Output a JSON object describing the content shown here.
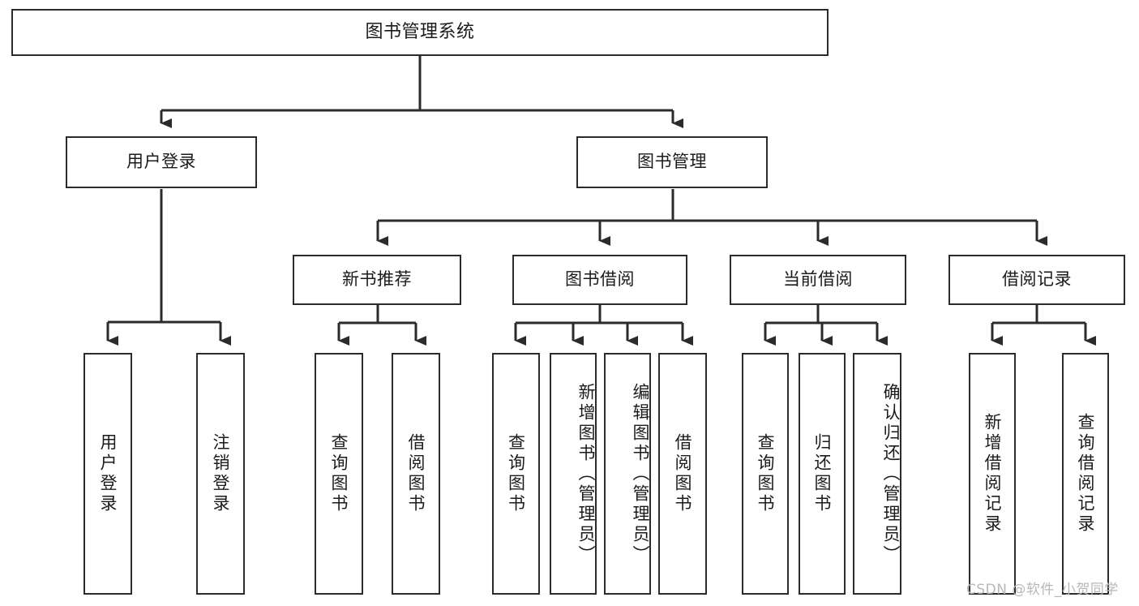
{
  "diagram": {
    "type": "tree-hierarchy-chart",
    "title": "图书管理系统",
    "stroke_color": "#2b2b2b",
    "background_color": "#ffffff",
    "text_color": "#1b1b1b",
    "levels": [
      {
        "level": 1,
        "nodes": [
          {
            "id": "root",
            "label": "图书管理系统",
            "orientation": "horizontal"
          }
        ]
      },
      {
        "level": 2,
        "nodes": [
          {
            "id": "user-login",
            "label": "用户登录",
            "orientation": "horizontal",
            "parent": "root"
          },
          {
            "id": "book-manage",
            "label": "图书管理",
            "orientation": "horizontal",
            "parent": "root"
          }
        ]
      },
      {
        "level": 3,
        "nodes": [
          {
            "id": "new-book-rec",
            "label": "新书推荐",
            "orientation": "horizontal",
            "parent": "book-manage"
          },
          {
            "id": "book-borrow",
            "label": "图书借阅",
            "orientation": "horizontal",
            "parent": "book-manage"
          },
          {
            "id": "current-borrow",
            "label": "当前借阅",
            "orientation": "horizontal",
            "parent": "book-manage"
          },
          {
            "id": "borrow-record",
            "label": "借阅记录",
            "orientation": "horizontal",
            "parent": "book-manage"
          }
        ]
      },
      {
        "level": 4,
        "nodes": [
          {
            "id": "leaf-user-login",
            "label": "用户登录",
            "orientation": "vertical",
            "parent": "user-login"
          },
          {
            "id": "leaf-user-logout",
            "label": "注销登录",
            "orientation": "vertical",
            "parent": "user-login"
          },
          {
            "id": "leaf-query-book-1",
            "label": "查询图书",
            "orientation": "vertical",
            "parent": "new-book-rec"
          },
          {
            "id": "leaf-borrow-book-1",
            "label": "借阅图书",
            "orientation": "vertical",
            "parent": "new-book-rec"
          },
          {
            "id": "leaf-query-book-2",
            "label": "查询图书",
            "orientation": "vertical",
            "parent": "book-borrow"
          },
          {
            "id": "leaf-add-book",
            "label": "新增图书（管理员）",
            "orientation": "vertical",
            "parent": "book-borrow"
          },
          {
            "id": "leaf-edit-book",
            "label": "编辑图书（管理员）",
            "orientation": "vertical",
            "parent": "book-borrow"
          },
          {
            "id": "leaf-borrow-book-2",
            "label": "借阅图书",
            "orientation": "vertical",
            "parent": "book-borrow"
          },
          {
            "id": "leaf-query-book-3",
            "label": "查询图书",
            "orientation": "vertical",
            "parent": "current-borrow"
          },
          {
            "id": "leaf-return-book",
            "label": "归还图书",
            "orientation": "vertical",
            "parent": "current-borrow"
          },
          {
            "id": "leaf-confirm-return",
            "label": "确认归还（管理员）",
            "orientation": "vertical",
            "parent": "current-borrow"
          },
          {
            "id": "leaf-add-record",
            "label": "新增借阅记录",
            "orientation": "vertical",
            "parent": "borrow-record"
          },
          {
            "id": "leaf-query-record",
            "label": "查询借阅记录",
            "orientation": "vertical",
            "parent": "borrow-record"
          }
        ]
      }
    ]
  },
  "watermark": {
    "text": "CSDN @软件_小贺同学"
  }
}
